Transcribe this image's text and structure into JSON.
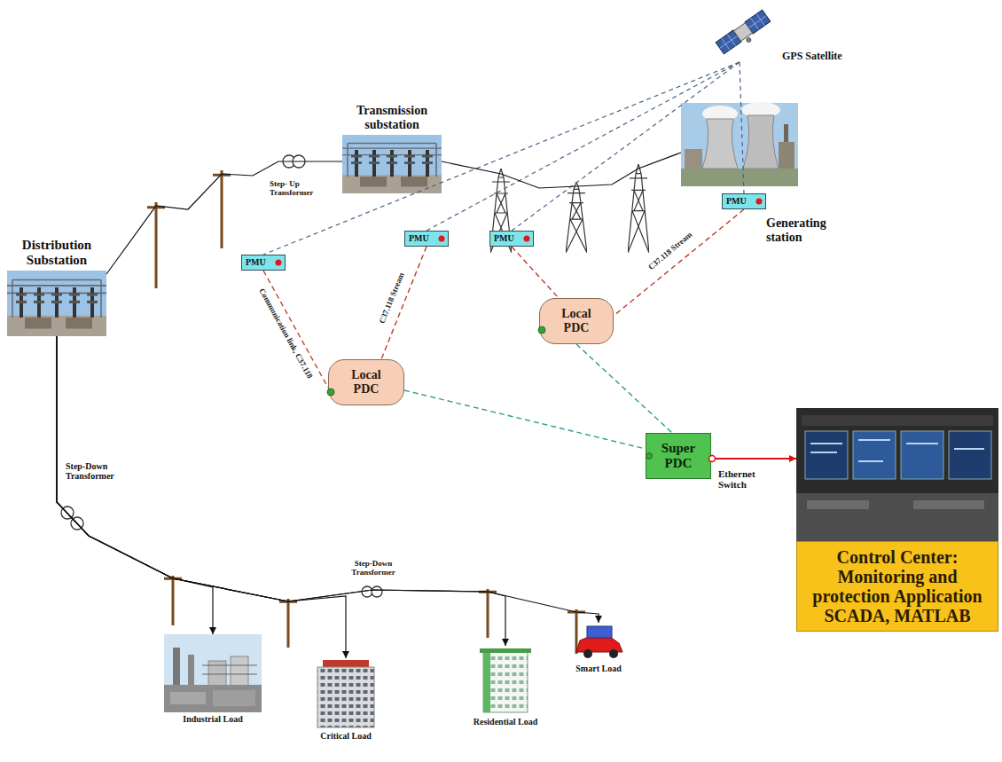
{
  "diagram": {
    "nodes": [
      {
        "text": [
          "GPS Satellite"
        ]
      },
      {
        "text": [
          "Transmission substation"
        ]
      },
      {
        "text": [
          "Distribution Substation"
        ]
      },
      {
        "text": [
          "Generating station"
        ]
      },
      {
        "text": [
          "PMU"
        ]
      },
      {
        "text": [
          "PMU"
        ]
      },
      {
        "text": [
          "PMU"
        ]
      },
      {
        "text": [
          "PMU"
        ]
      },
      {
        "text": [
          "Local PDC"
        ]
      },
      {
        "text": [
          "Local PDC"
        ]
      },
      {
        "text": [
          "Super PDC"
        ]
      },
      {
        "text": [
          "Control Center: Monitoring and protection Application SCADA, MATLAB"
        ]
      },
      {
        "text": [
          "Industrial Load"
        ]
      },
      {
        "text": [
          "Critical Load"
        ]
      },
      {
        "text": [
          "Residential Load"
        ]
      },
      {
        "text": [
          "Smart Load"
        ]
      }
    ],
    "edges": [
      {
        "from": 0,
        "to": 4,
        "arrow": "none"
      },
      {
        "from": 0,
        "to": 5,
        "arrow": "none"
      },
      {
        "from": 0,
        "to": 6,
        "arrow": "none"
      },
      {
        "from": 0,
        "to": 7,
        "arrow": "none"
      },
      {
        "from": 4,
        "to": 8,
        "arrow": "none",
        "label": "Communication link, C37.118"
      },
      {
        "from": 5,
        "to": 8,
        "arrow": "none",
        "label": "C37.118 Stream"
      },
      {
        "from": 6,
        "to": 9,
        "arrow": "none"
      },
      {
        "from": 7,
        "to": 9,
        "arrow": "none",
        "label": "C37.118 Stream"
      },
      {
        "from": 8,
        "to": 10,
        "arrow": "none"
      },
      {
        "from": 9,
        "to": 10,
        "arrow": "none"
      },
      {
        "from": 10,
        "to": 11,
        "arrow": "to"
      },
      {
        "from": 2,
        "to": 1,
        "arrow": "none"
      },
      {
        "from": 1,
        "to": 3,
        "arrow": "none"
      },
      {
        "from": 2,
        "to": 12,
        "arrow": "to"
      },
      {
        "from": 2,
        "to": 13,
        "arrow": "to"
      },
      {
        "from": 2,
        "to": 14,
        "arrow": "to"
      },
      {
        "from": 2,
        "to": 15,
        "arrow": "to"
      }
    ],
    "labels": [
      "Step- Up Transformer",
      "Step-Down Transformer",
      "Step-Down Transformer",
      "Ethernet Switch"
    ]
  }
}
